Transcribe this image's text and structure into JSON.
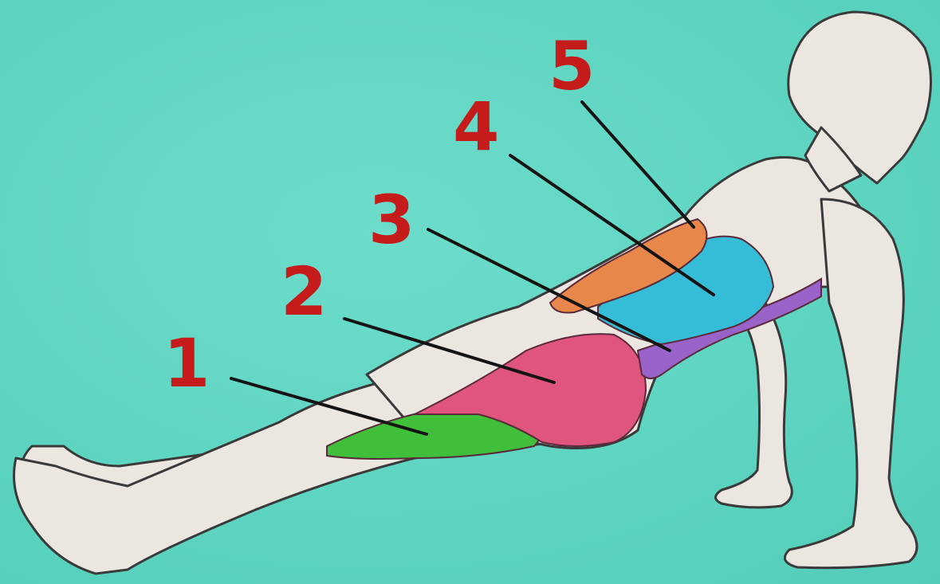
{
  "labels": [
    {
      "id": "1",
      "text": "1",
      "muscle": "quadriceps-or-hamstring-green"
    },
    {
      "id": "2",
      "text": "2",
      "muscle": "gluteus-pink"
    },
    {
      "id": "3",
      "text": "3",
      "muscle": "hip-flexor-purple"
    },
    {
      "id": "4",
      "text": "4",
      "muscle": "abdominals-blue"
    },
    {
      "id": "5",
      "text": "5",
      "muscle": "obliques-orange"
    }
  ],
  "colors": {
    "background": "#5fd6c2",
    "number": "#c61b1b",
    "skin": "#ece6e1",
    "green_muscle": "#3fbf3a",
    "pink_muscle": "#e0557e",
    "purple_muscle": "#9a63c9",
    "blue_muscle": "#35bcd6",
    "orange_muscle": "#e8874a",
    "leader_line": "#141414"
  }
}
